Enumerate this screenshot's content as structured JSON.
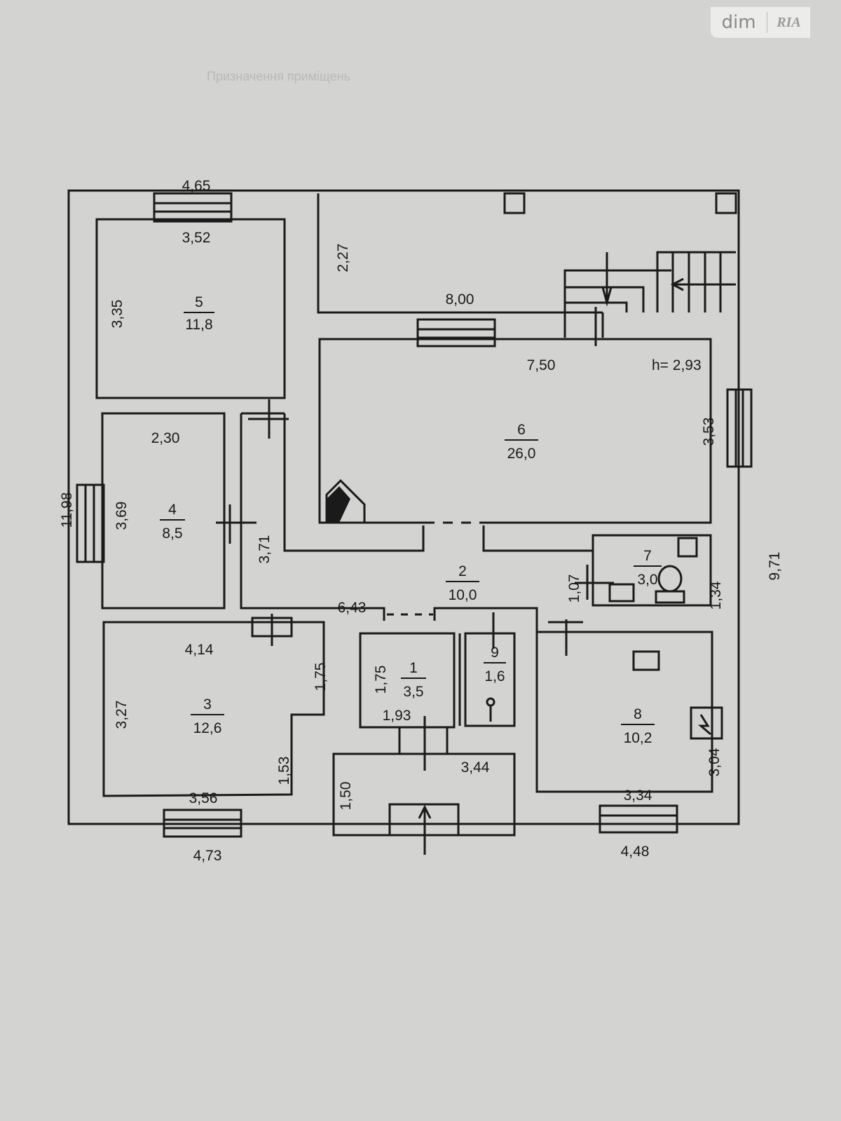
{
  "watermark": {
    "left": "dim",
    "right": "RIA"
  },
  "background_text": "Призначення приміщень",
  "rooms": [
    {
      "num": "1",
      "area": "3,5"
    },
    {
      "num": "2",
      "area": "10,0"
    },
    {
      "num": "3",
      "area": "12,6"
    },
    {
      "num": "4",
      "area": "8,5"
    },
    {
      "num": "5",
      "area": "11,8"
    },
    {
      "num": "6",
      "area": "26,0"
    },
    {
      "num": "7",
      "area": "3,0"
    },
    {
      "num": "8",
      "area": "10,2"
    },
    {
      "num": "9",
      "area": "1,6"
    }
  ],
  "ceiling_height": "h= 2,93",
  "dimensions": {
    "top_left": "4,65",
    "r5_width": "3,52",
    "r5_height": "3,35",
    "upper_height": "2,27",
    "upper_width": "8,00",
    "r6_width": "7,50",
    "r6_height": "3,53",
    "r4_width": "2,30",
    "r4_height": "3,69",
    "left_total": "11,98",
    "corridor_height": "3,71",
    "corridor_width": "6,43",
    "r3_top": "4,14",
    "r3_right_upper": "1,75",
    "r3_left": "3,27",
    "r3_right_lower": "1,53",
    "r3_bottom": "3,56",
    "r1_height": "1,75",
    "r1_width": "1,93",
    "r7_left": "1,07",
    "r7_right": "1,34",
    "right_total": "9,71",
    "r8_height": "3,04",
    "r8_width": "3,34",
    "entry_height": "1,50",
    "entry_width": "3,44",
    "bottom_left": "4,73",
    "bottom_right": "4,48"
  }
}
